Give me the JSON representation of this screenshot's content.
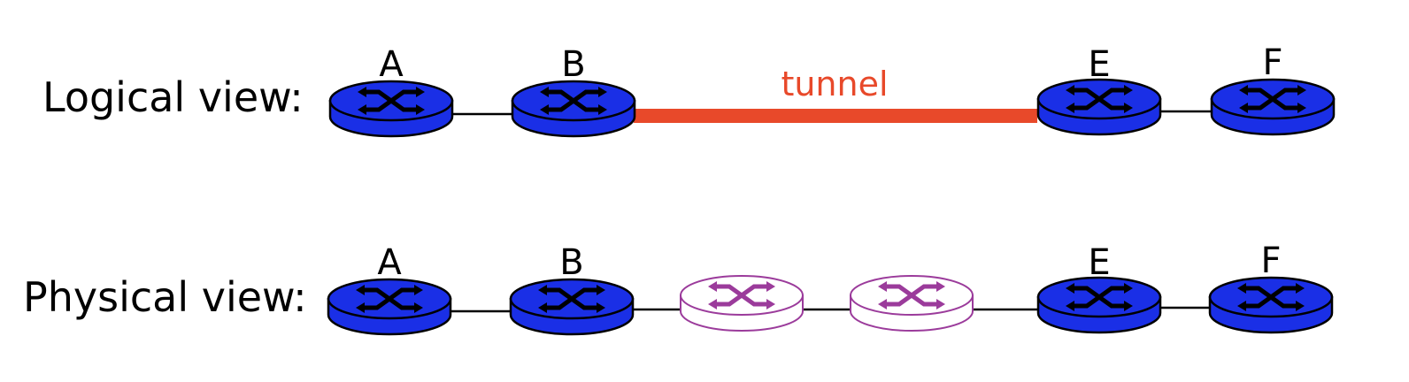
{
  "views": {
    "logical": {
      "label": "Logical view:",
      "routers": [
        {
          "name": "A",
          "style": "filled"
        },
        {
          "name": "B",
          "style": "filled"
        },
        {
          "name": "E",
          "style": "filled"
        },
        {
          "name": "F",
          "style": "filled"
        }
      ],
      "tunnel_label": "tunnel"
    },
    "physical": {
      "label": "Physical view:",
      "routers": [
        {
          "name": "A",
          "style": "filled"
        },
        {
          "name": "B",
          "style": "filled"
        },
        {
          "name": "",
          "style": "outline"
        },
        {
          "name": "",
          "style": "outline"
        },
        {
          "name": "E",
          "style": "filled"
        },
        {
          "name": "F",
          "style": "filled"
        }
      ]
    }
  },
  "colors": {
    "router_fill": "#1a2fe6",
    "router_outline_stroke": "#9b3b9b",
    "tunnel": "#e8492a",
    "link": "#000000",
    "text": "#000000"
  },
  "icons": {
    "router": "router-icon",
    "crossed_arrows": "crossed-arrows-icon"
  }
}
